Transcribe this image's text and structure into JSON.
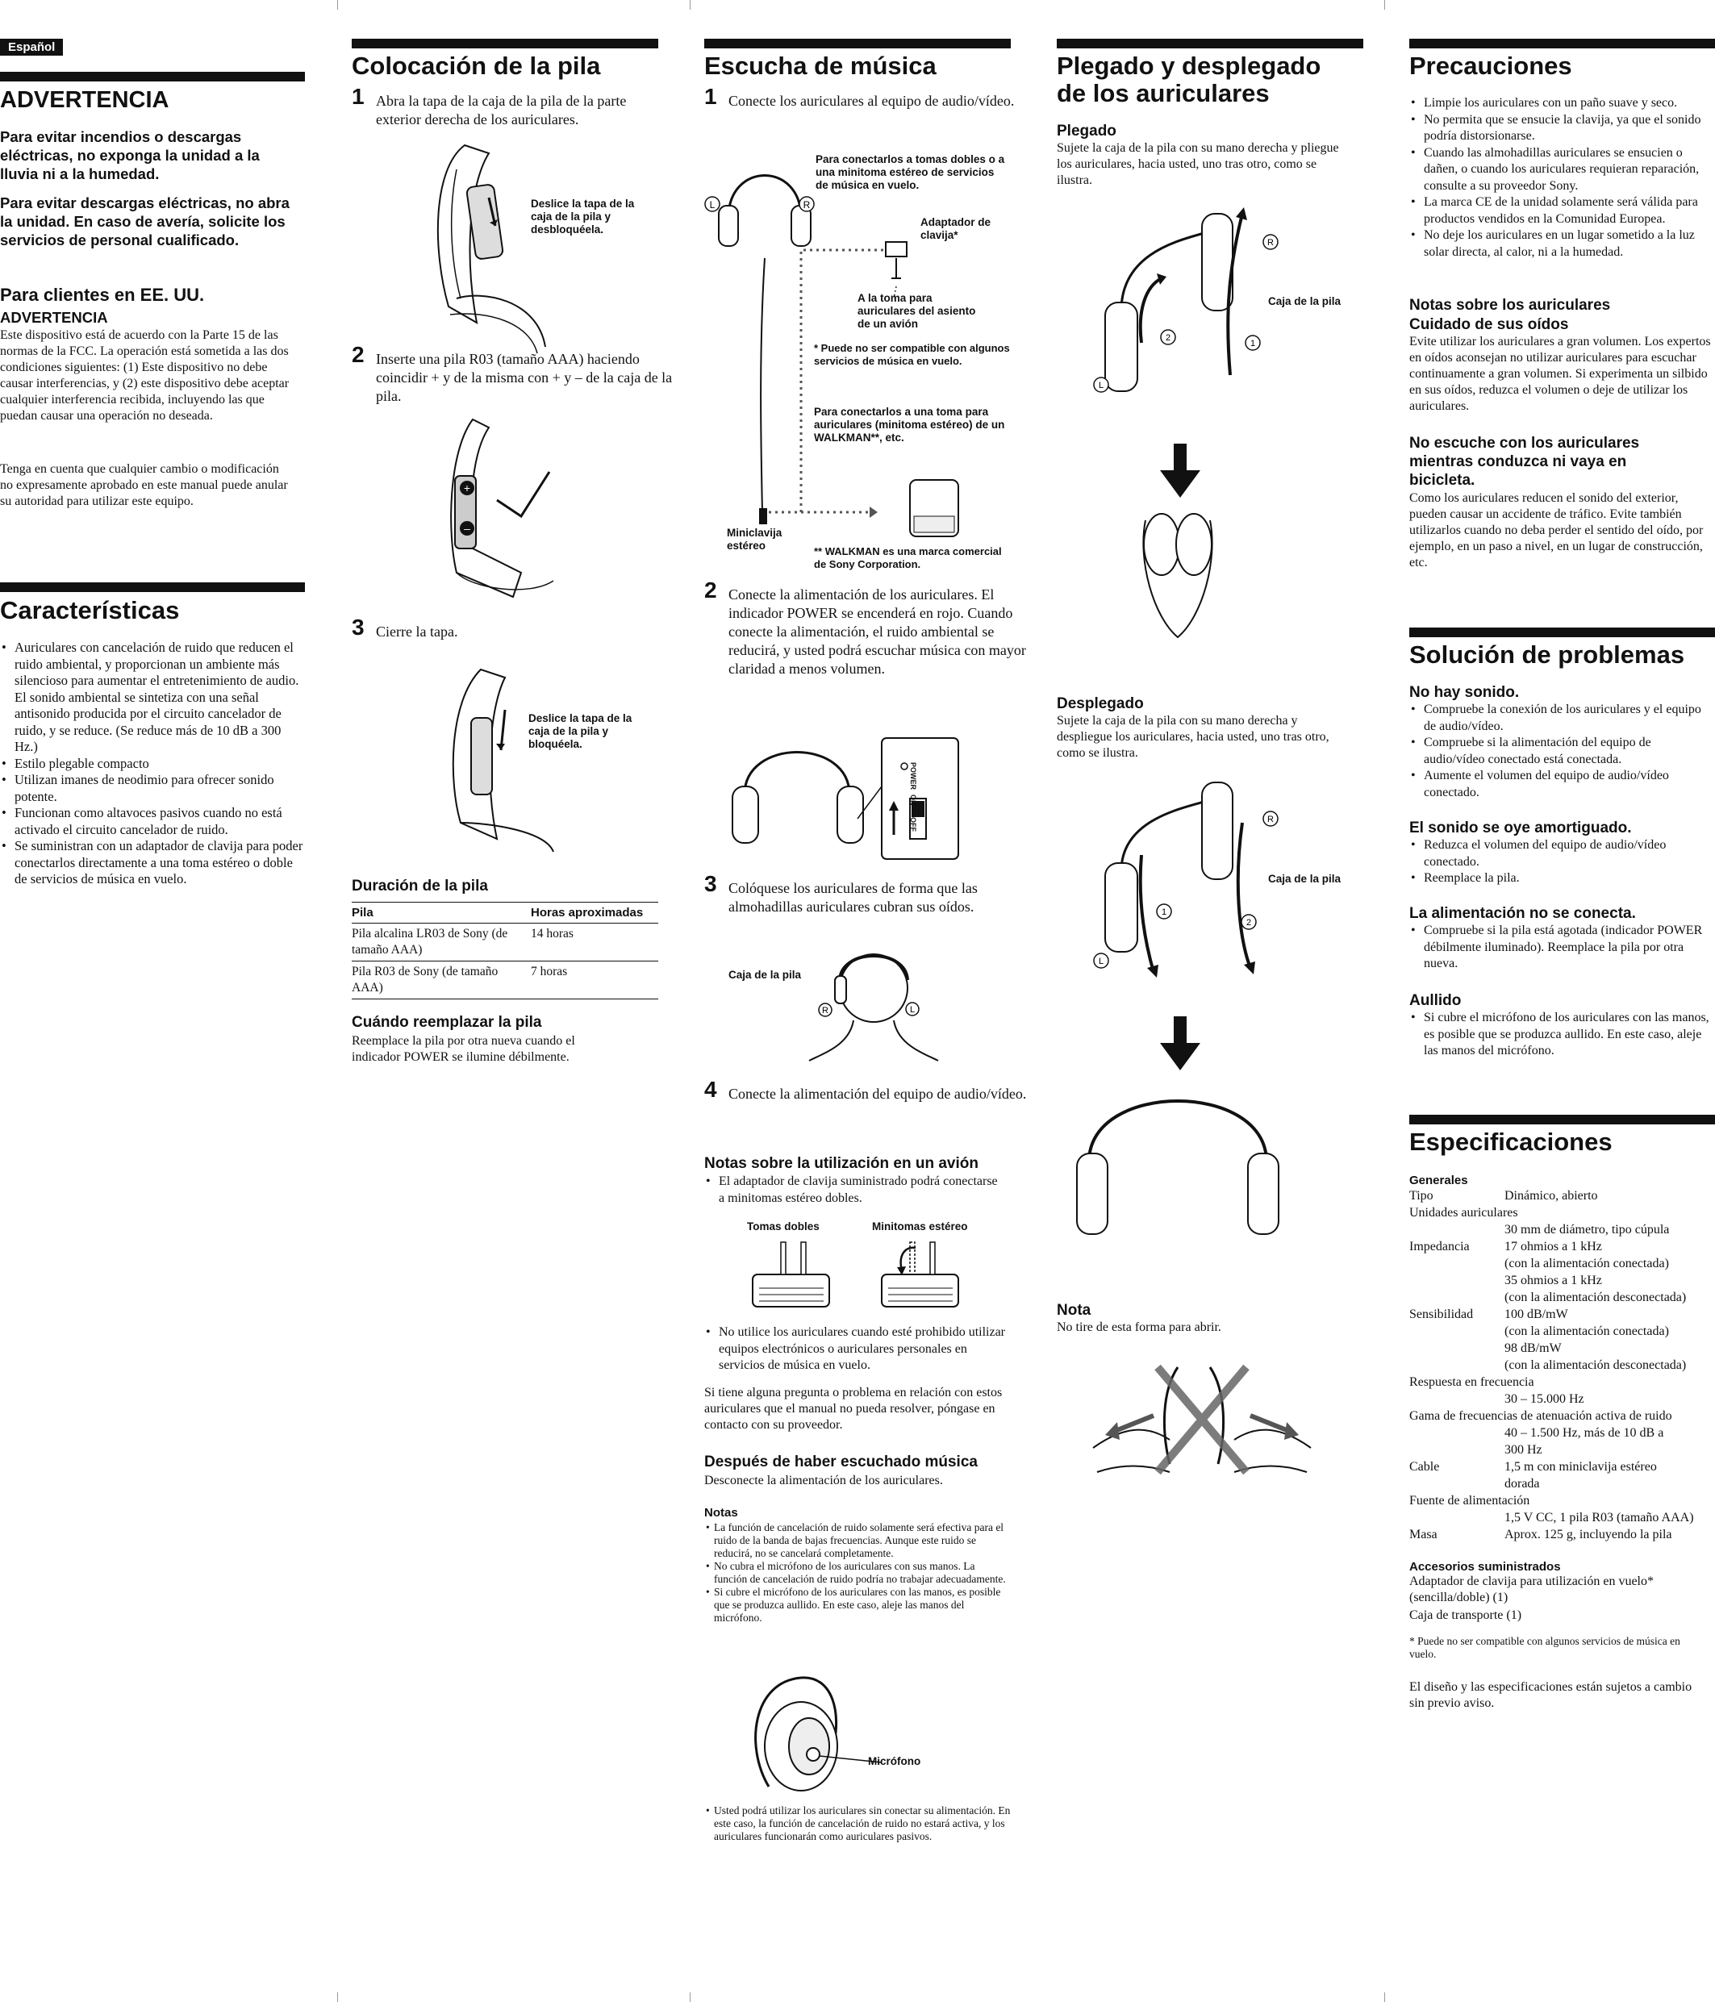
{
  "lang_tag": "Español",
  "col1": {
    "warn_title": "ADVERTENCIA",
    "warn_p1": "Para evitar incendios o descargas eléctricas, no exponga la unidad a la lluvia ni a la humedad.",
    "warn_p2": "Para evitar descargas eléctricas, no abra la unidad.  En caso de avería, solicite los servicios de personal cualificado.",
    "us_title": "Para clientes en EE. UU.",
    "us_sub": "ADVERTENCIA",
    "us_p1": "Este dispositivo está de acuerdo con la Parte 15 de las normas de la FCC.  La operación está sometida a las dos condiciones siguientes: (1)  Este dispositivo no debe causar interferencias, y (2) este dispositivo debe aceptar cualquier interferencia recibida, incluyendo las que puedan causar una operación no deseada.",
    "us_p2": "Tenga en cuenta que cualquier cambio o modificación no expresamente aprobado en este manual puede anular su autoridad para utilizar este equipo.",
    "feat_title": "Características",
    "features": [
      "Auriculares con cancelación de ruido que reducen el ruido ambiental, y proporcionan un ambiente más silencioso para aumentar el entretenimiento de audio.  El sonido ambiental se sintetiza con una señal antisonido producida por el circuito cancelador de ruido, y se reduce. (Se reduce más de 10 dB a 300 Hz.)",
      "Estilo plegable compacto",
      "Utilizan imanes de neodimio para ofrecer sonido potente.",
      "Funcionan como altavoces pasivos cuando no está activado el circuito cancelador de ruido.",
      "Se suministran con un adaptador de clavija para poder conectarlos directamente a una toma estéreo o doble de servicios de música en vuelo."
    ]
  },
  "col2": {
    "title": "Colocación de la pila",
    "step1": "Abra la tapa de la caja de la pila de la parte exterior derecha de los auriculares.",
    "label1": "Deslice la tapa de la caja de la pila y desbloquéela.",
    "step2": "Inserte una pila R03 (tamaño AAA) haciendo coincidir + y de la misma con + y – de la caja de la pila.",
    "step3": "Cierre la tapa.",
    "label3": "Deslice la tapa de la caja de la pila y bloquéela.",
    "dur_title": "Duración de la pila",
    "table_head": [
      "Pila",
      "Horas aproximadas"
    ],
    "table_rows": [
      [
        "Pila alcalina LR03 de Sony (de tamaño AAA)",
        "14 horas"
      ],
      [
        "Pila R03 de Sony (de tamaño AAA)",
        "7 horas"
      ]
    ],
    "repl_title": "Cuándo reemplazar la pila",
    "repl_text": "Reemplace la pila por otra nueva cuando el indicador POWER se ilumine débilmente."
  },
  "col3": {
    "title": "Escucha de música",
    "step1": "Conecte los auriculares al equipo de audio/vídeo.",
    "lbl_dual": "Para conectarlos a tomas dobles o a una minitoma estéreo de servicios de música en vuelo.",
    "lbl_adapter": "Adaptador de clavija*",
    "lbl_seat": "A la toma para auriculares del asiento de un avión",
    "lbl_star": "* Puede no ser compatible con algunos servicios de música en vuelo.",
    "lbl_walkman": "Para conectarlos a una toma para auriculares (minitoma estéreo) de un WALKMAN**, etc.",
    "lbl_plug": "Miniclavija estéreo",
    "lbl_2star": "** WALKMAN es una marca comercial de Sony Corporation.",
    "sw_power": "POWER",
    "sw_on": "ON",
    "sw_off": "OFF",
    "step2": "Conecte la alimentación de los auriculares. El indicador POWER se encenderá en rojo.  Cuando conecte la alimentación, el ruido ambiental se reducirá, y usted podrá escuchar música con mayor claridad a menos volumen.",
    "step3": "Colóquese los auriculares de forma que las almohadillas auriculares cubran sus oídos.",
    "lbl_case": "Caja de la pila",
    "step4": "Conecte la alimentación del equipo de audio/vídeo.",
    "plane_title": "Notas sobre la utilización en un avión",
    "plane_b1": "El adaptador de clavija suministrado podrá conectarse a minitomas estéreo dobles.",
    "lbl_tomas": "Tomas dobles",
    "lbl_mini": "Minitomas estéreo",
    "plane_b2": "No utilice los auriculares cuando esté prohibido utilizar equipos electrónicos o auriculares personales en servicios de música en vuelo.",
    "plane_p": "Si tiene alguna pregunta o problema en relación con estos auriculares que el manual no pueda resolver, póngase en contacto con su proveedor.",
    "after_title": "Después de haber escuchado música",
    "after_text": "Desconecte la alimentación de los auriculares.",
    "notes_title": "Notas",
    "notes": [
      "La función de cancelación de ruido solamente será efectiva para el ruido de la banda de bajas frecuencias. Aunque este ruido se reducirá, no se cancelará completamente.",
      "No cubra el micrófono de los auriculares con sus manos. La función de cancelación de ruido podría no trabajar adecuadamente.",
      "Si cubre el micrófono de los auriculares con las manos, es posible que se produzca aullido. En este caso, aleje las manos del micrófono."
    ],
    "lbl_mic": "Micrófono",
    "note_last": "Usted podrá utilizar los auriculares sin conectar su alimentación.  En este caso, la función de cancelación de ruido no estará activa, y los auriculares funcionarán como auriculares pasivos."
  },
  "col4": {
    "title1": "Plegado y desplegado",
    "title2": "de los auriculares",
    "fold_title": "Plegado",
    "fold_text": "Sujete la caja de la pila con su mano derecha y pliegue los auriculares, hacia usted, uno tras otro, como se ilustra.",
    "lbl_case": "Caja de la pila",
    "unfold_title": "Desplegado",
    "unfold_text": "Sujete la caja de la pila con su mano derecha y despliegue los auriculares, hacia usted, uno tras otro, como se ilustra.",
    "nota_title": "Nota",
    "nota_text": "No tire de esta forma para abrir."
  },
  "col5": {
    "prec_title": "Precauciones",
    "prec": [
      "Limpie los auriculares con un paño suave y seco.",
      "No permita que se ensucie la clavija, ya que el sonido podría distorsionarse.",
      "Cuando las almohadillas auriculares se ensucien o dañen, o cuando los auriculares requieran reparación, consulte a su proveedor Sony.",
      "La marca CE de la unidad solamente será válida para productos vendidos en la Comunidad Europea.",
      "No deje los auriculares en un lugar sometido a la luz solar directa, al calor, ni a la humedad."
    ],
    "ears_title1": "Notas sobre los auriculares",
    "ears_title2": "Cuidado de sus oídos",
    "ears_text": "Evite utilizar los auriculares a gran volumen.  Los expertos en oídos aconsejan no utilizar auriculares para escuchar continuamente a gran volumen.  Si experimenta un silbido en sus oídos, reduzca el volumen o deje de utilizar los auriculares.",
    "drive_title": "No escuche con los auriculares mientras conduzca ni vaya en bicicleta.",
    "drive_text": "Como los auriculares reducen el sonido del exterior, pueden causar un accidente de tráfico. Evite también utilizarlos cuando no deba perder el sentido del oído, por ejemplo, en un paso a nivel, en un lugar de construcción, etc.",
    "trouble_title": "Solución de problemas",
    "t1_title": "No hay sonido.",
    "t1": [
      "Compruebe la conexión de los auriculares y el equipo de audio/vídeo.",
      "Compruebe si la alimentación del equipo de audio/vídeo conectado está conectada.",
      "Aumente el volumen del equipo de audio/vídeo conectado."
    ],
    "t2_title": "El sonido se oye amortiguado.",
    "t2": [
      "Reduzca el volumen del equipo de audio/vídeo conectado.",
      "Reemplace la pila."
    ],
    "t3_title": "La alimentación no se conecta.",
    "t3": [
      "Compruebe si la pila está agotada (indicador POWER débilmente iluminado).  Reemplace la pila por otra nueva."
    ],
    "t4_title": "Aullido",
    "t4": [
      "Si cubre el micrófono de los auriculares con las manos, es posible que se produzca aullido. En este caso, aleje las manos del micrófono."
    ],
    "spec_title": "Especificaciones",
    "gen": "Generales",
    "s_tipo_k": "Tipo",
    "s_tipo_v": "Dinámico, abierto",
    "s_unid_k": "Unidades auriculares",
    "s_unid_v": "30 mm de diámetro, tipo cúpula",
    "s_imp_k": "Impedancia",
    "s_imp_v1": "17 ohmios a 1 kHz",
    "s_imp_v2": "(con la alimentación conectada)",
    "s_imp_v3": "35 ohmios a 1 kHz",
    "s_imp_v4": "(con la alimentación desconectada)",
    "s_sens_k": "Sensibilidad",
    "s_sens_v1": "100 dB/mW",
    "s_sens_v2": "(con la alimentación conectada)",
    "s_sens_v3": "98 dB/mW",
    "s_sens_v4": "(con la alimentación desconectada)",
    "s_resp_k": "Respuesta en frecuencia",
    "s_resp_v": "30 – 15.000 Hz",
    "s_gama_k": "Gama de frecuencias de atenuación activa de ruido",
    "s_gama_v1": "40 – 1.500 Hz, más de 10 dB a",
    "s_gama_v2": "300 Hz",
    "s_cable_k": "Cable",
    "s_cable_v1": "1,5 m con miniclavija estéreo",
    "s_cable_v2": "dorada",
    "s_fuente_k": "Fuente de alimentación",
    "s_fuente_v": "1,5 V CC, 1 pila R03 (tamaño AAA)",
    "s_masa_k": "Masa",
    "s_masa_v": "Aprox. 125 g, incluyendo la pila",
    "acc_title": "Accesorios suministrados",
    "acc1": "Adaptador de clavija para utilización en vuelo* (sencilla/doble) (1)",
    "acc2": "Caja de transporte (1)",
    "acc_note": "* Puede no ser compatible con algunos servicios de música en vuelo.",
    "final": "El diseño y las especificaciones están sujetos a cambio sin previo aviso."
  },
  "marks": {
    "L": "L",
    "R": "R",
    "one": "1",
    "two": "2",
    "plus": "+",
    "minus": "–"
  }
}
